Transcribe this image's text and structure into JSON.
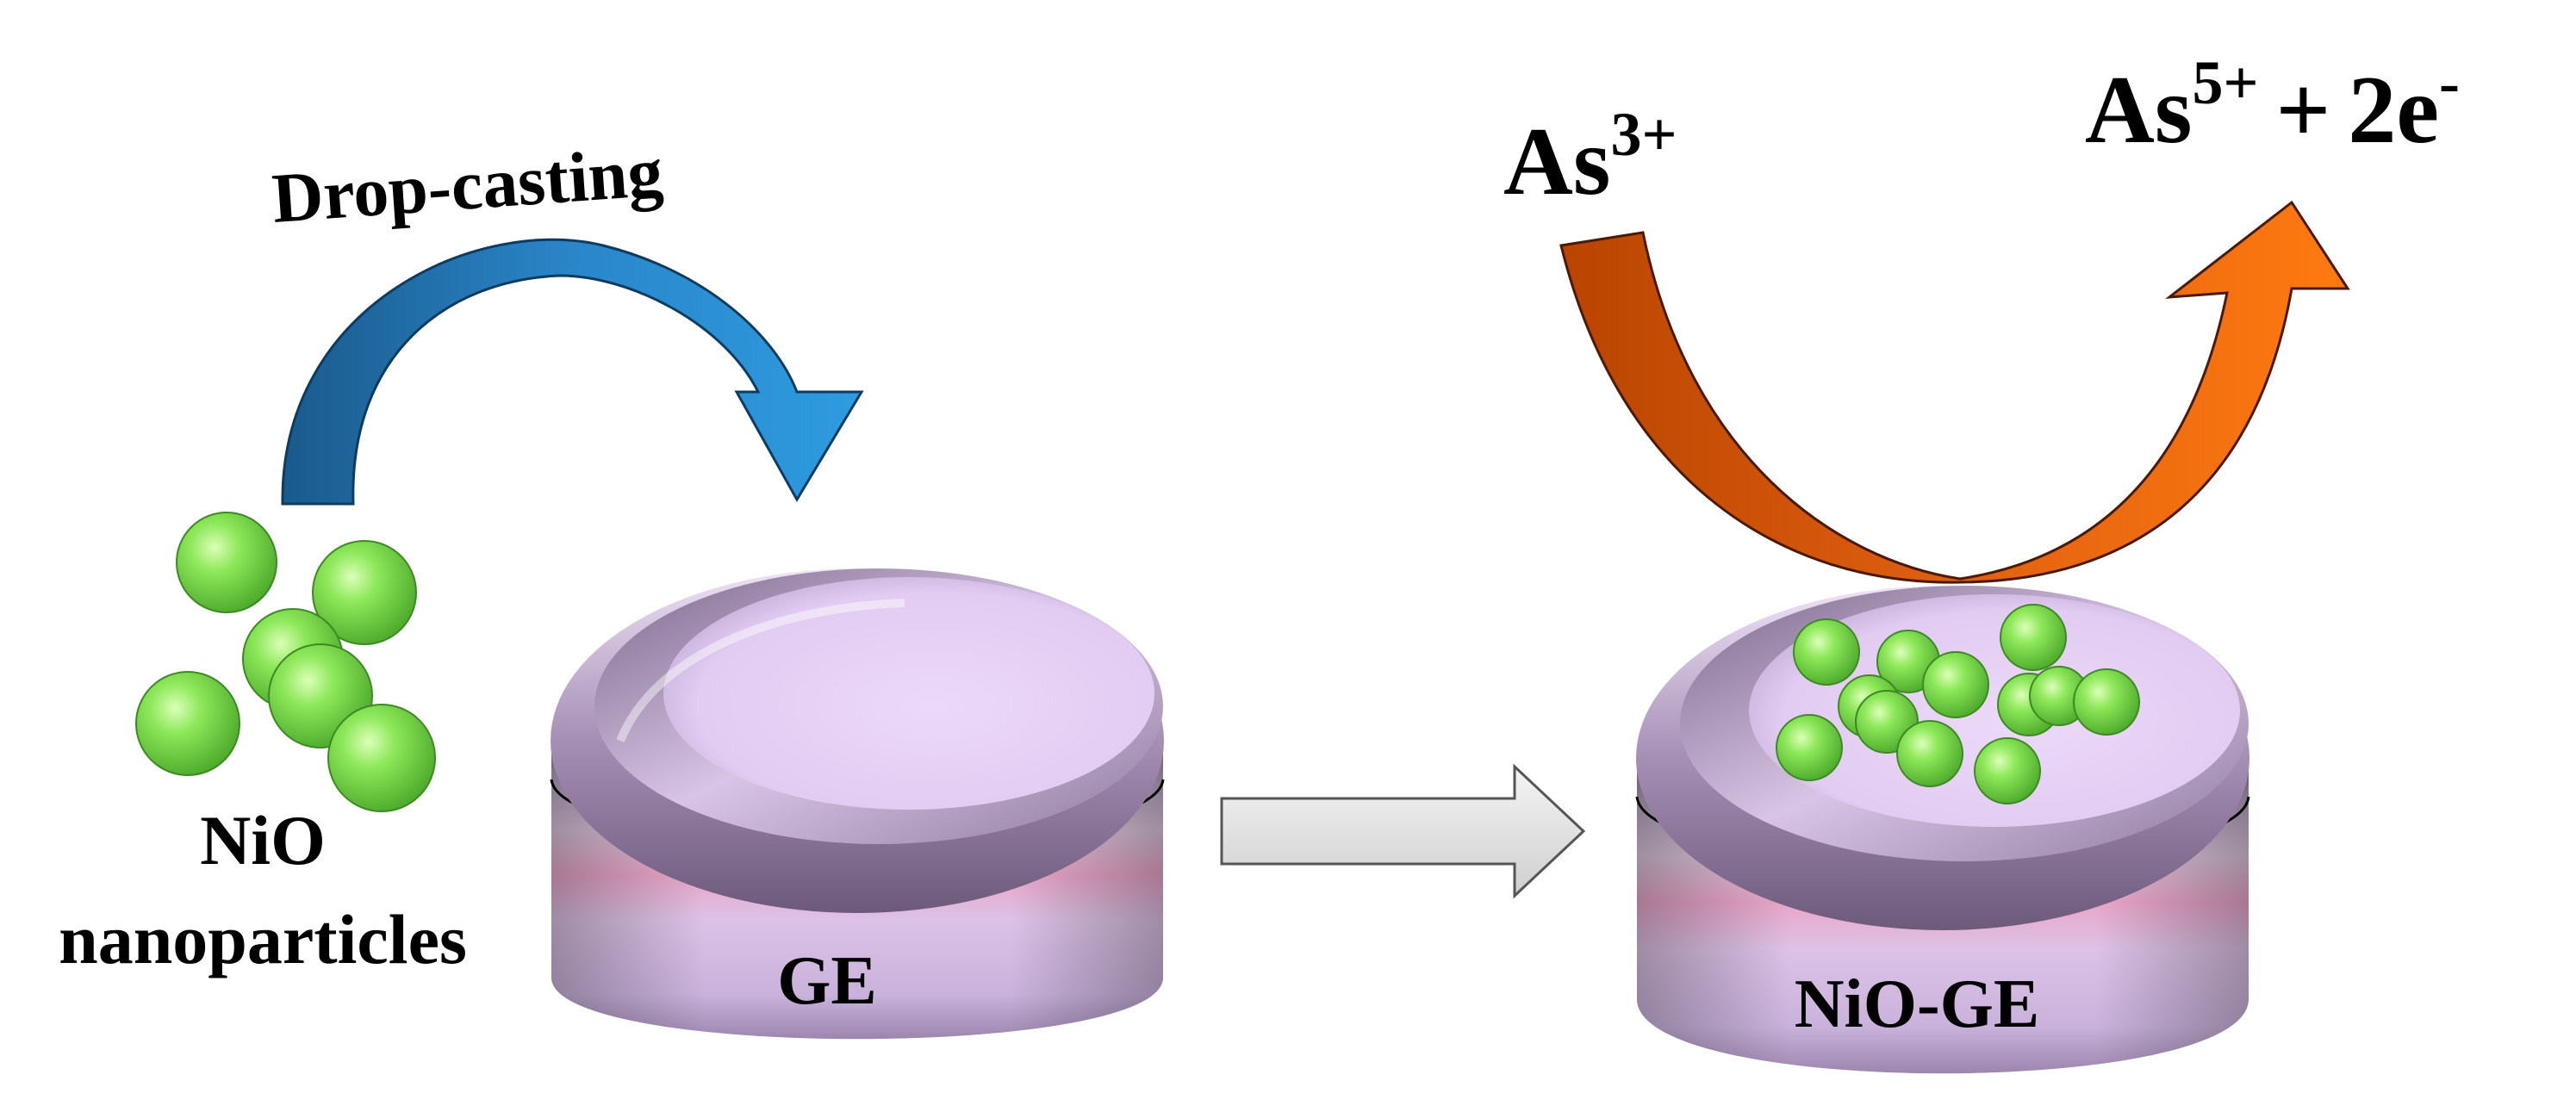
{
  "labels": {
    "drop_casting": "Drop-casting",
    "nio_line1": "NiO",
    "nio_line2": "nanoparticles",
    "ge": "GE",
    "nio_ge": "NiO-GE"
  },
  "reaction": {
    "reactant_base": "As",
    "reactant_charge": "3+",
    "product_base": "As",
    "product_charge": "5+",
    "plus": "+",
    "electrons": "2e",
    "electron_charge": "-"
  },
  "colors": {
    "blue_arrow_dark": "#1a5a8c",
    "blue_arrow_light": "#2e9be0",
    "orange_arrow_dark": "#b94400",
    "orange_arrow_light": "#ff7a10",
    "particle_green": "#7be04a",
    "electrode_lavender": "#d9c4e6",
    "electrode_pink_band": "#e7a6c4",
    "process_arrow": "#e8e8e8"
  }
}
